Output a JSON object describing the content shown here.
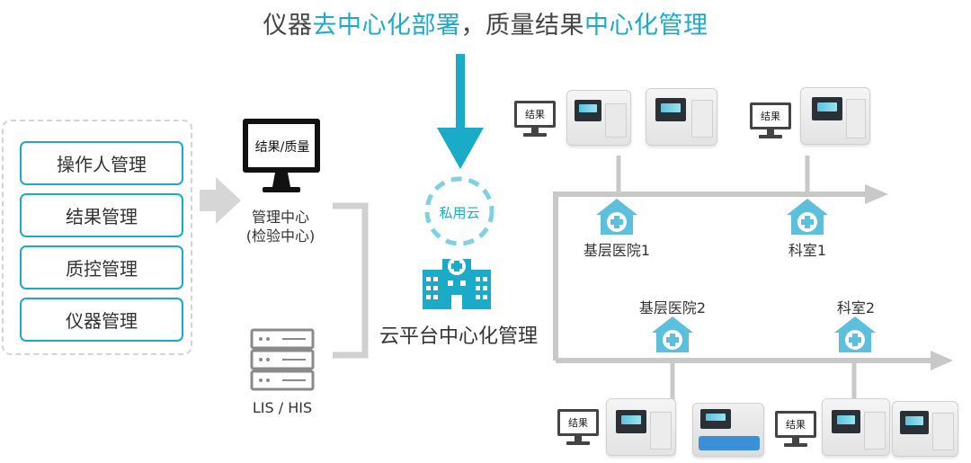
{
  "headline": {
    "part1": "仪器",
    "part2": "去中心化部署",
    "part3": "，质量结果",
    "part4": "中心化管理"
  },
  "left_panel": {
    "items": [
      "操作人管理",
      "结果管理",
      "质控管理",
      "仪器管理"
    ]
  },
  "management_center": {
    "screen_text": "结果/质量",
    "label_line1": "管理中心",
    "label_line2": "(检验中心)"
  },
  "lis": {
    "label": "LIS / HIS"
  },
  "cloud": {
    "private_cloud": "私用云",
    "platform_label": "云平台中心化管理"
  },
  "sites": {
    "hospital1": "基层医院1",
    "dept1": "科室1",
    "hospital2": "基层医院2",
    "dept2": "科室2"
  },
  "result_label": "结果",
  "colors": {
    "accent": "#1aabc8",
    "icon_blue": "#5cc0dc",
    "gray_line": "#c8c8c8",
    "text": "#333333"
  },
  "icons": [
    "down-arrow-icon",
    "right-arrow-icon",
    "monitor-icon",
    "server-icon",
    "cloud-icon",
    "hospital-building-icon",
    "medical-house-icon",
    "analyzer-device"
  ]
}
